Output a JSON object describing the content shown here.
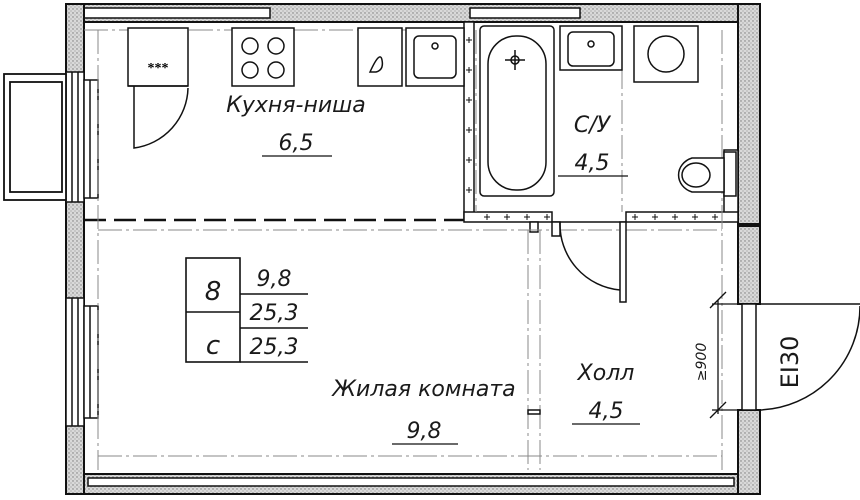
{
  "rooms": {
    "kitchen": {
      "name": "Кухня-ниша",
      "area": "6,5"
    },
    "bathroom": {
      "name": "С/У",
      "area": "4,5"
    },
    "living": {
      "name": "Жилая комната",
      "area": "9,8"
    },
    "hall": {
      "name": "Холл",
      "area": "4,5"
    }
  },
  "summary": {
    "apartment_number": "8",
    "type_letter": "с",
    "living_area": "9,8",
    "total_area_1": "25,3",
    "total_area_2": "25,3"
  },
  "door": {
    "width_label": "≥900",
    "fire_rating": "EI30"
  },
  "fixtures": {
    "fridge_marks": "***"
  }
}
